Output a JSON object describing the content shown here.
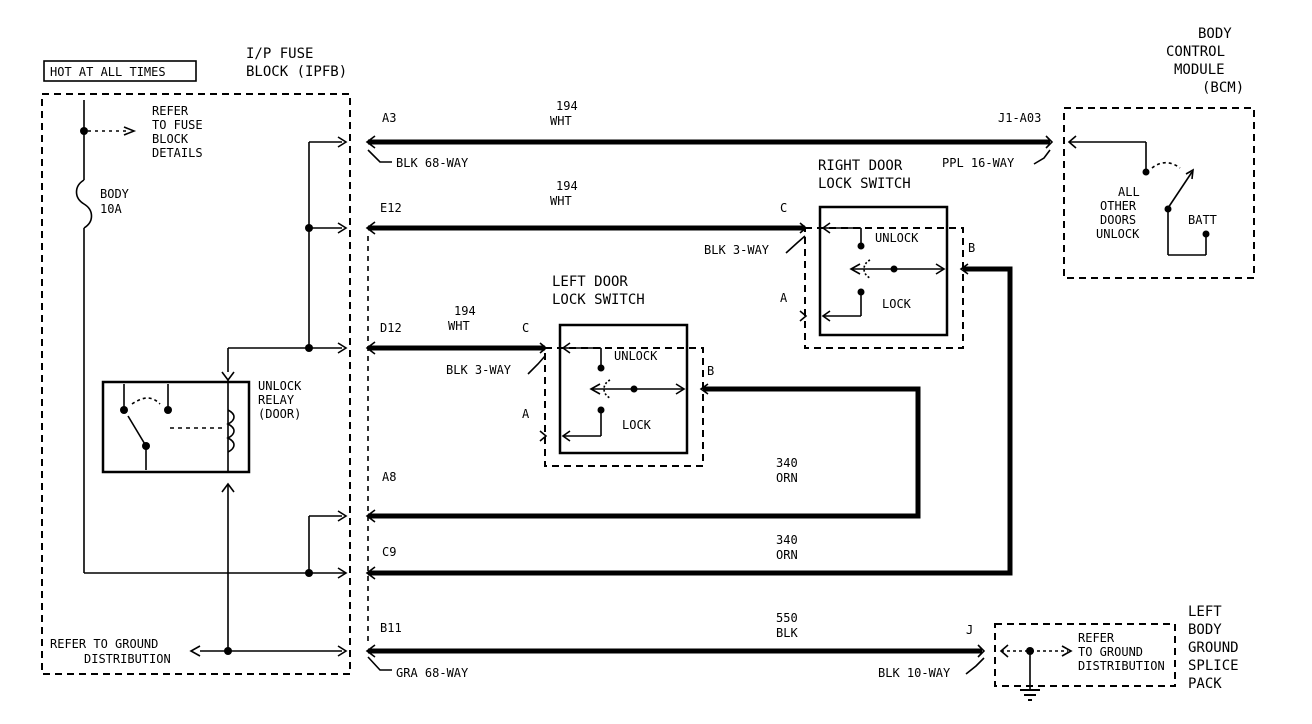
{
  "labels": {
    "hot": "HOT AT ALL TIMES",
    "ipfb_1": "I/P FUSE",
    "ipfb_2": "BLOCK (IPFB)",
    "refer_fuse_1": "REFER",
    "refer_fuse_2": "TO FUSE",
    "refer_fuse_3": "BLOCK",
    "refer_fuse_4": "DETAILS",
    "fuse_1": "BODY",
    "fuse_2": "10A",
    "relay_1": "UNLOCK",
    "relay_2": "RELAY",
    "relay_3": "(DOOR)",
    "refer_gnd_1": "REFER TO GROUND",
    "refer_gnd_2": "DISTRIBUTION",
    "bcm_1": "BODY",
    "bcm_2": "CONTROL",
    "bcm_3": "MODULE",
    "bcm_4": "(BCM)",
    "bcm_conn": "J1-A03",
    "bcm_other_1": "ALL",
    "bcm_other_2": "OTHER",
    "bcm_other_3": "DOORS",
    "bcm_other_4": "UNLOCK",
    "batt": "BATT",
    "rds_1": "RIGHT DOOR",
    "rds_2": "LOCK SWITCH",
    "lds_1": "LEFT DOOR",
    "lds_2": "LOCK SWITCH",
    "unlock": "UNLOCK",
    "lock": "LOCK",
    "gsp_1": "LEFT",
    "gsp_2": "BODY",
    "gsp_3": "GROUND",
    "gsp_4": "SPLICE",
    "gsp_5": "PACK",
    "gsp_refer_1": "REFER",
    "gsp_refer_2": "TO GROUND",
    "gsp_refer_3": "DISTRIBUTION"
  },
  "pins": {
    "a3": "A3",
    "e12": "E12",
    "d12": "D12",
    "a8": "A8",
    "c9": "C9",
    "b11": "B11",
    "c": "C",
    "a": "A",
    "b": "B",
    "j": "J"
  },
  "connectors": {
    "blk68": "BLK 68-WAY",
    "ppl16": "PPL 16-WAY",
    "blk3": "BLK 3-WAY",
    "gra68": "GRA 68-WAY",
    "blk10": "BLK 10-WAY"
  },
  "wires": {
    "n194": "194",
    "wht": "WHT",
    "n340": "340",
    "orn": "ORN",
    "n550": "550",
    "blk": "BLK"
  }
}
